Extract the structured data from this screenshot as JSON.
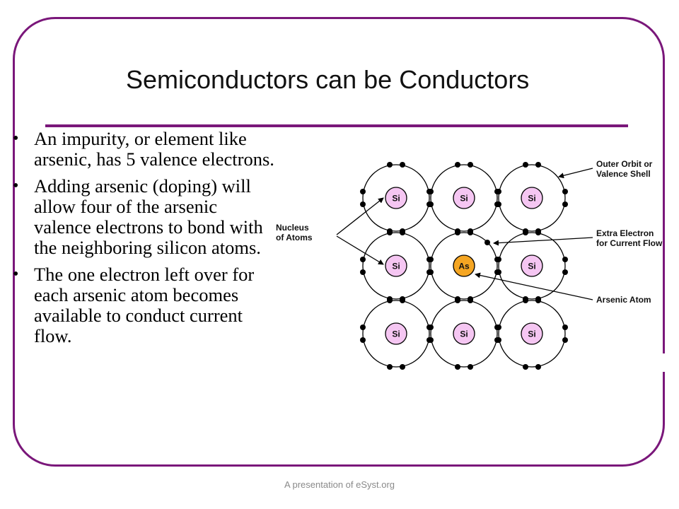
{
  "slide": {
    "title": "Semiconductors can be Conductors",
    "bullets": [
      "An impurity, or element like arsenic, has 5 valence electrons.",
      "Adding arsenic (doping) will allow four of the arsenic valence electrons to bond with the neighboring silicon atoms.",
      "The one electron left over for each arsenic atom becomes available to conduct current flow."
    ],
    "footer": "A presentation of eSyst.org"
  },
  "diagram": {
    "atoms": [
      [
        "Si",
        "Si",
        "Si"
      ],
      [
        "Si",
        "As",
        "Si"
      ],
      [
        "Si",
        "Si",
        "Si"
      ]
    ],
    "labels": {
      "nucleus": [
        "Nucleus",
        "of Atoms"
      ],
      "outer_orbit": [
        "Outer Orbit or",
        "Valence Shell"
      ],
      "extra_electron": [
        "Extra Electron",
        "for Current Flow"
      ],
      "arsenic_atom": "Arsenic Atom"
    },
    "colors": {
      "silicon_fill": "#f5c6f2",
      "arsenic_fill": "#f5a623",
      "accent": "#7a177a"
    }
  }
}
